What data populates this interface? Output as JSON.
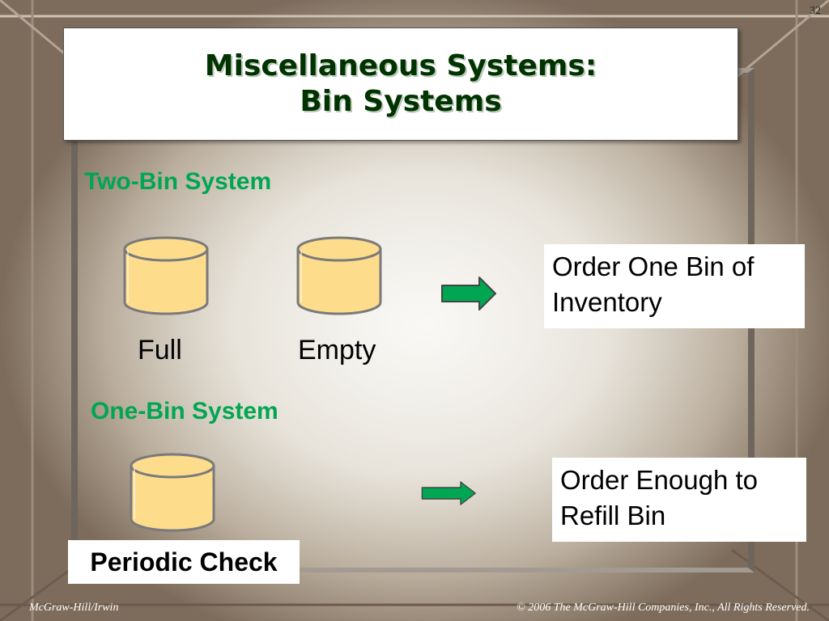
{
  "slide_number": "32",
  "title": {
    "line1": "Miscellaneous Systems:",
    "line2": "Bin Systems"
  },
  "two_bin": {
    "label": "Two-Bin System",
    "bin_full": "Full",
    "bin_empty": "Empty",
    "order_line1": "Order One Bin of",
    "order_line2": "Inventory"
  },
  "one_bin": {
    "label": "One-Bin System",
    "check": "Periodic Check",
    "order_line1": "Order Enough to",
    "order_line2": "Refill Bin"
  },
  "footer": {
    "left": "McGraw-Hill/Irwin",
    "right": "© 2006 The McGraw-Hill Companies, Inc., All Rights Reserved."
  },
  "colors": {
    "section_green": "#00a651",
    "bin_fill": "#fddc8c",
    "arrow_green": "#00a651"
  }
}
